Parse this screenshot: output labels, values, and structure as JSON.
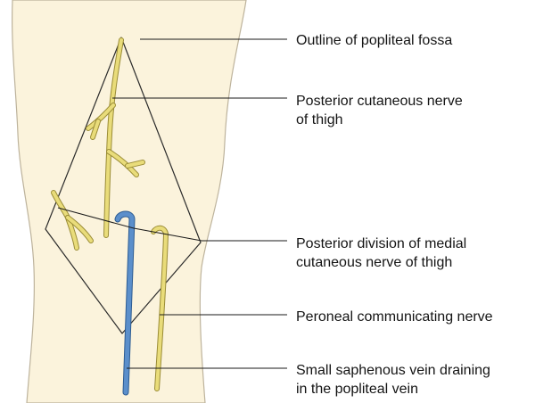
{
  "labels": {
    "outline": {
      "lines": [
        "Outline of popliteal fossa"
      ]
    },
    "posterior_cutaneous": {
      "lines": [
        "Posterior cutaneous nerve",
        "of thigh"
      ]
    },
    "posterior_division": {
      "lines": [
        "Posterior division of  medial",
        "cutaneous nerve of thigh"
      ]
    },
    "peroneal": {
      "lines": [
        "Peroneal communicating nerve"
      ]
    },
    "saphenous": {
      "lines": [
        "Small saphenous vein draining",
        "in the popliteal vein"
      ]
    }
  },
  "colors": {
    "skin": "#fbf3dc",
    "skin_edge": "#bdb39c",
    "nerve": "#e9dc7a",
    "nerve_edge": "#9a8c36",
    "vein": "#5b8fcb",
    "vein_edge": "#2d5c92",
    "outline": "#2a2a2a",
    "leader": "#1a1a1a"
  }
}
